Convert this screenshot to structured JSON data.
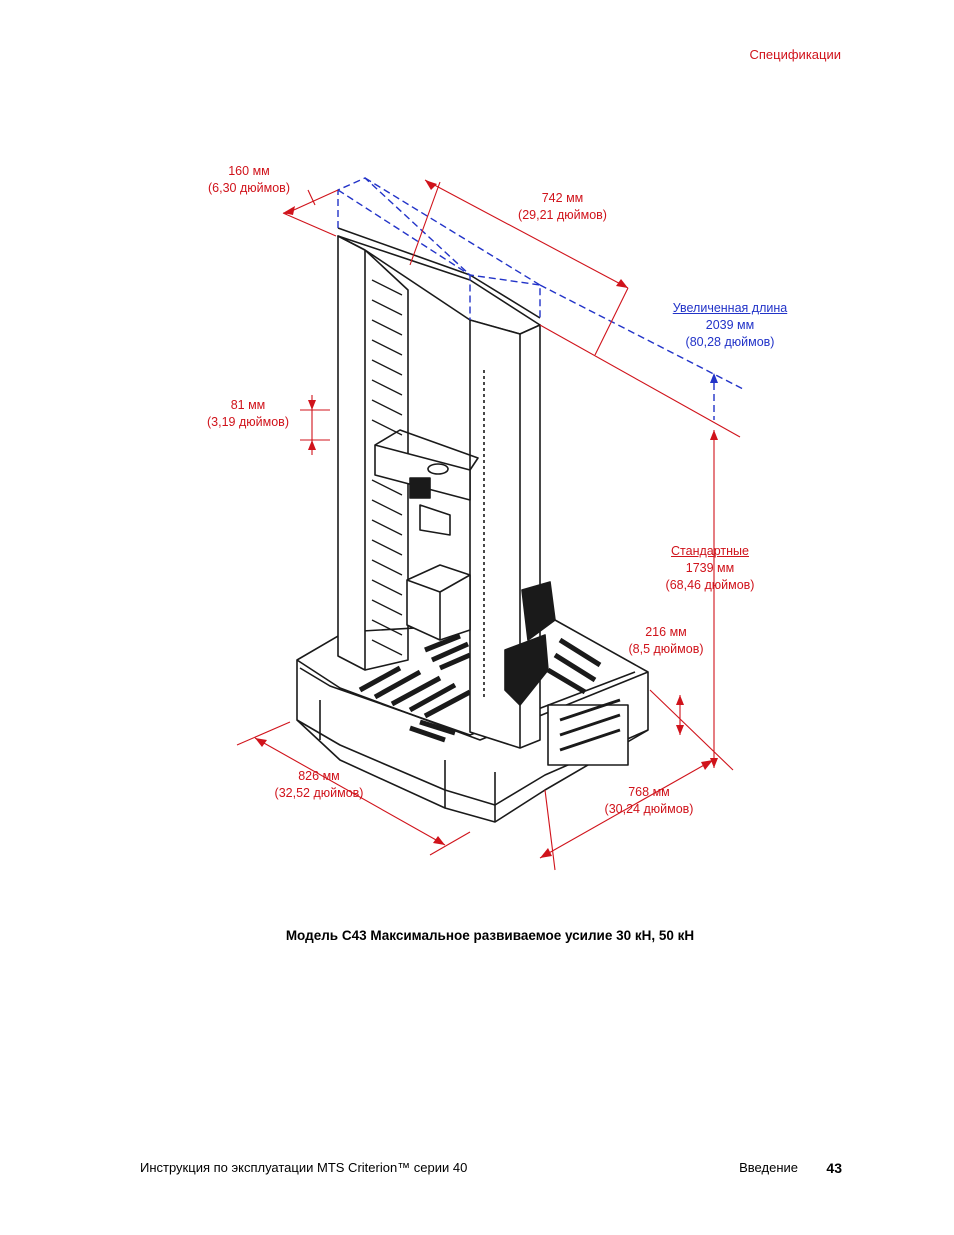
{
  "header": {
    "section": "Спецификации"
  },
  "figure": {
    "dims": {
      "d160": {
        "mm": "160 мм",
        "in": "(6,30 дюймов)"
      },
      "d742": {
        "mm": "742 мм",
        "in": "(29,21 дюймов)"
      },
      "extended": {
        "label": "Увеличенная длина",
        "mm": "2039 мм",
        "in": "(80,28 дюймов)"
      },
      "d81": {
        "mm": "81 мм",
        "in": "(3,19 дюймов)"
      },
      "standard": {
        "label": "Стандартные ",
        "mm": "1739 мм",
        "in": "(68,46 дюймов)"
      },
      "d216": {
        "mm": "216 мм",
        "in": "(8,5 дюймов)"
      },
      "d826": {
        "mm": "826 мм",
        "in": "(32,52 дюймов)"
      },
      "d768": {
        "mm": "768 мм",
        "in": "(30,24 дюймов)"
      }
    },
    "colors": {
      "dimension": "#d0131b",
      "extended": "#2233c8",
      "machine": "#1a1a1a"
    }
  },
  "caption": "Модель C43 Максимальное развиваемое усилие 30 кН, 50 кН",
  "footer": {
    "manual_title": "Инструкция по эксплуатации MTS Criterion™ серии 40",
    "section": "Введение",
    "page": "43"
  }
}
